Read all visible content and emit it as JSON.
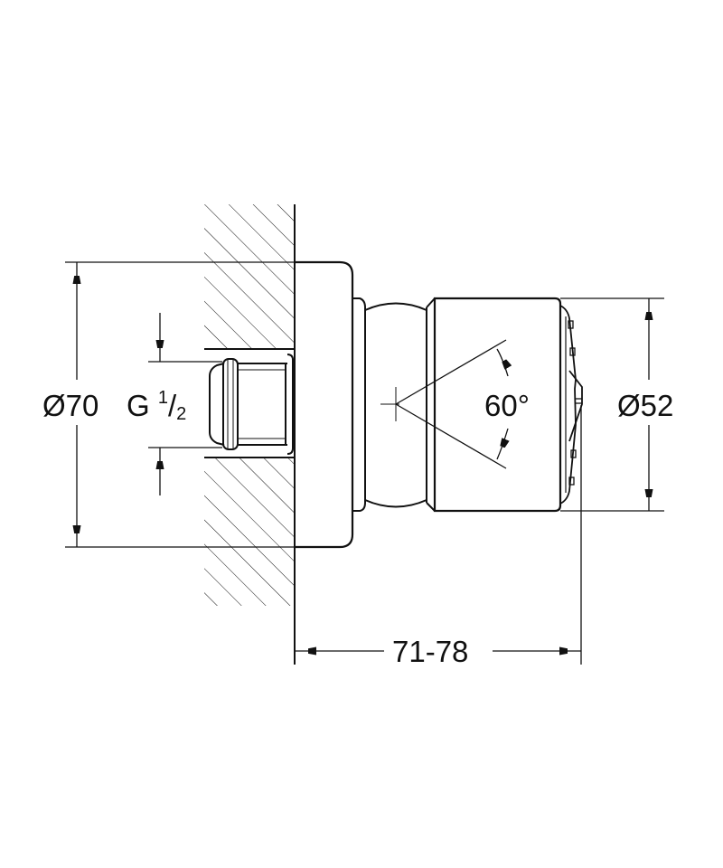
{
  "drawing": {
    "type": "technical dimension drawing",
    "subject": "wall-mounted side shower head (body jet)",
    "line_color": "#111111",
    "background": "#ffffff"
  },
  "dimensions": {
    "flange_diameter": "Ø70",
    "thread_size_prefix": "G",
    "thread_size_num": "1",
    "thread_size_slash": "/",
    "thread_size_den": "2",
    "spray_angle": "60°",
    "head_diameter": "Ø52",
    "projection_range": "71-78"
  }
}
